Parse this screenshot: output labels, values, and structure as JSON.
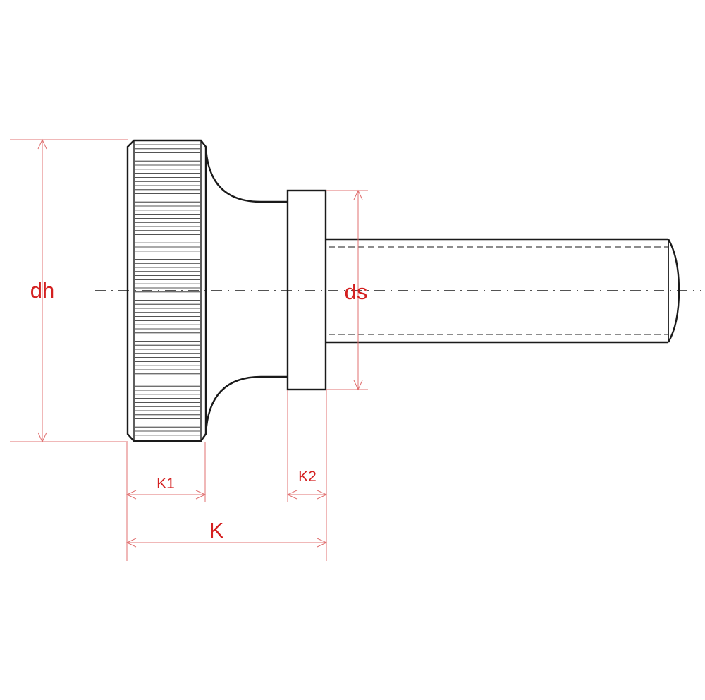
{
  "labels": {
    "dh": "dh",
    "ds": "ds",
    "k1": "K1",
    "k2": "K2",
    "k": "K"
  },
  "colors": {
    "outline": "#1a1a1a",
    "dimension": "#e07070",
    "label": "#d42020"
  }
}
